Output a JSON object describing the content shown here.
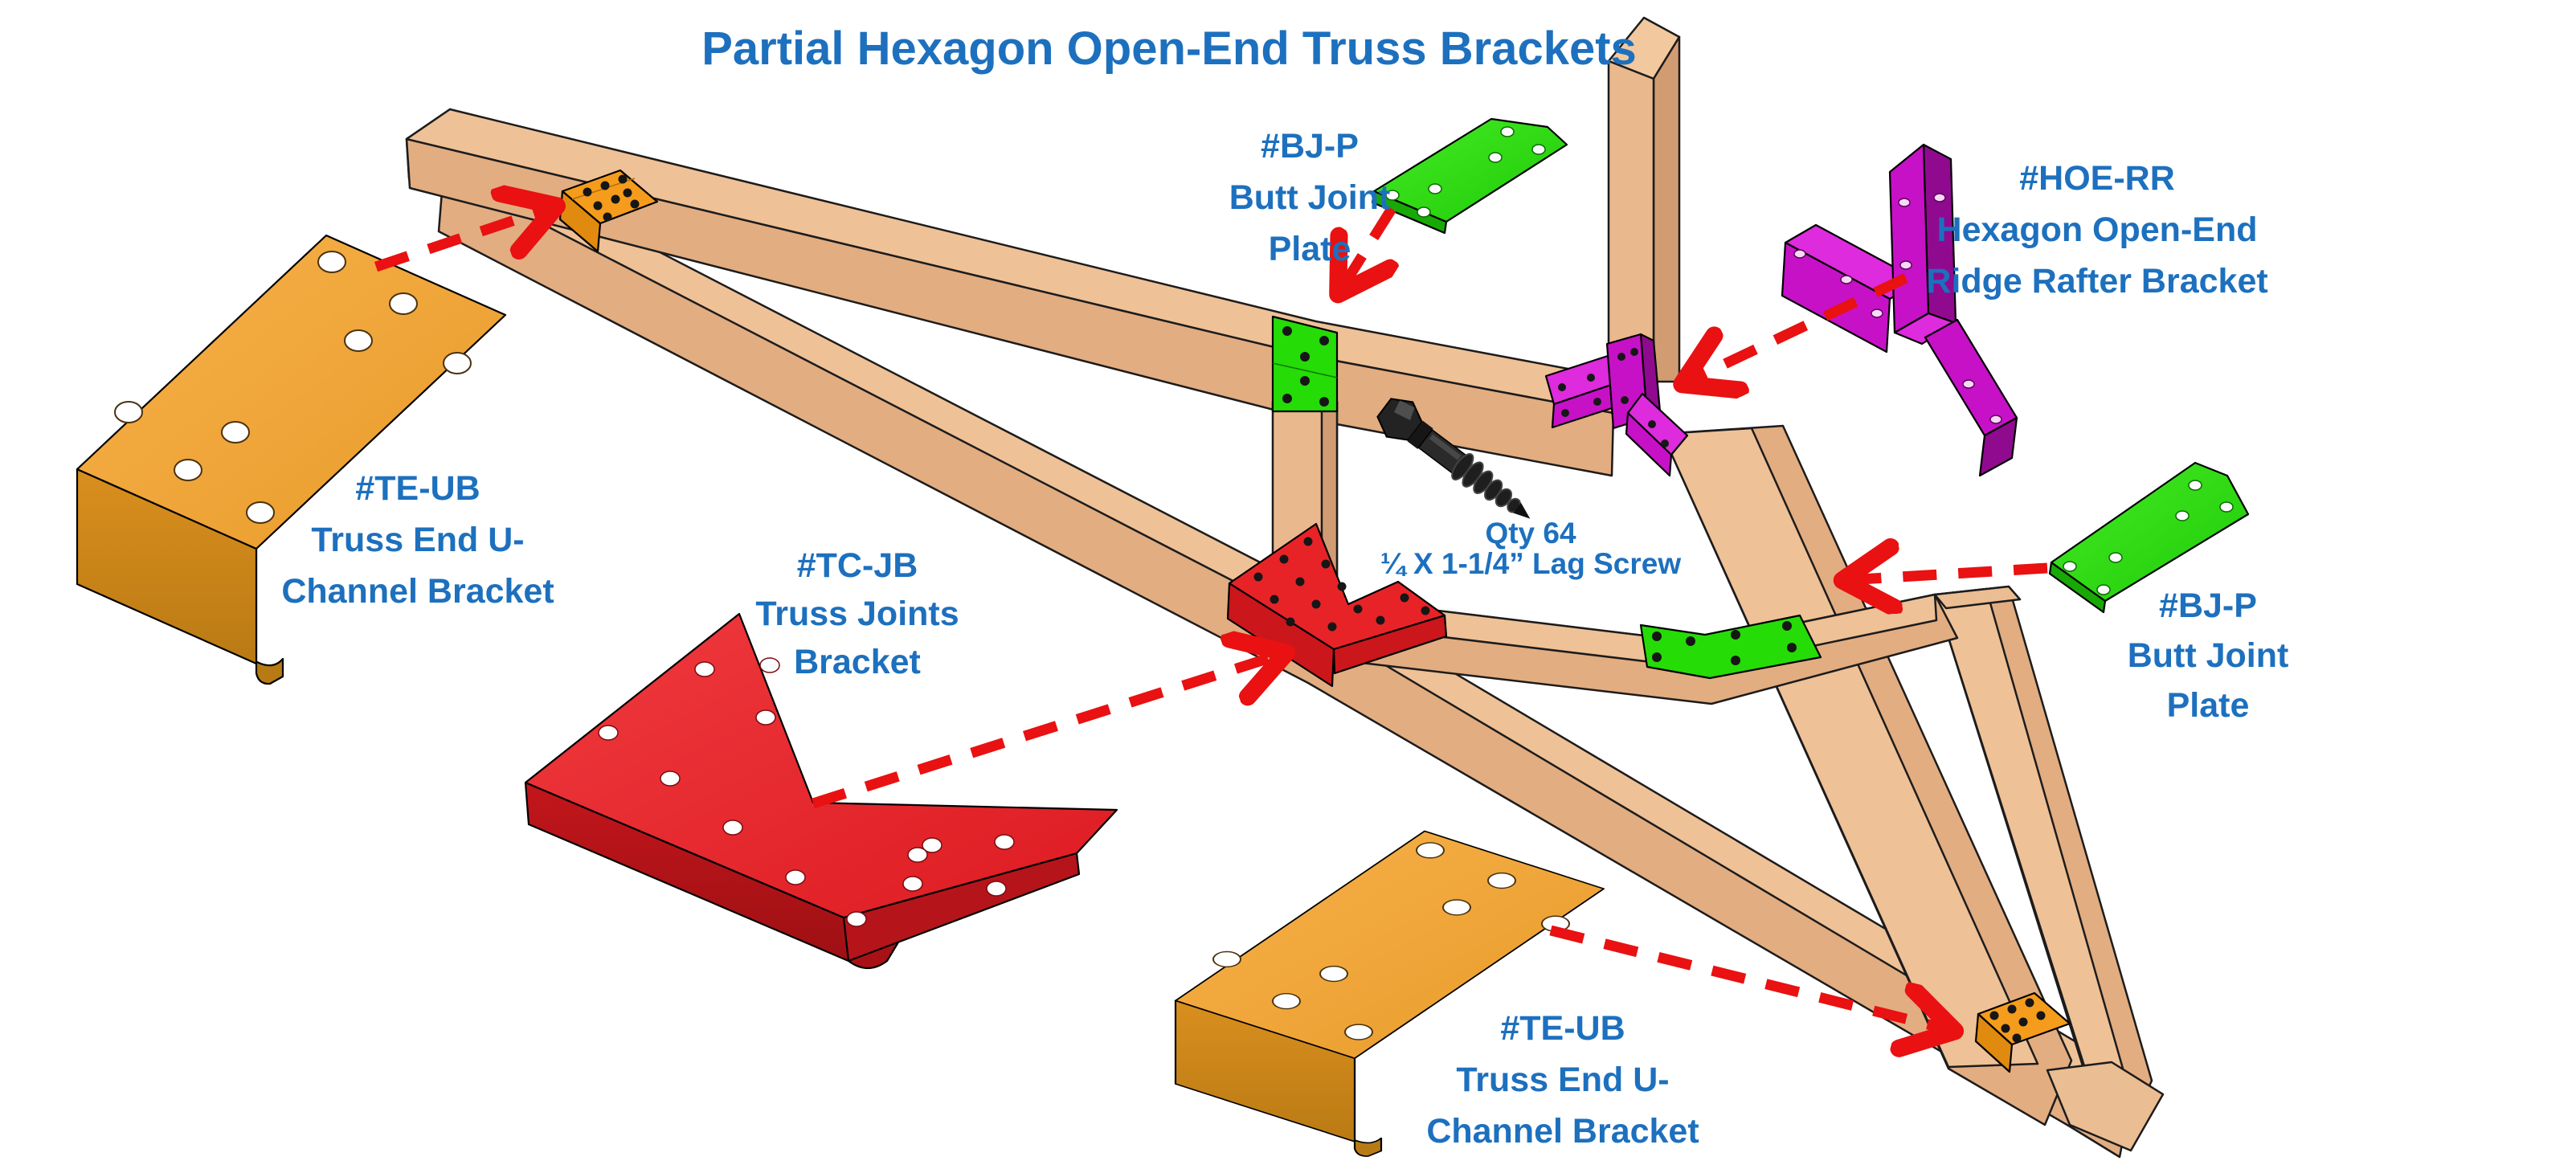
{
  "title": "Partial Hexagon Open-End Truss Brackets",
  "callouts": {
    "te_ub_top": {
      "lines": [
        "#TE-UB",
        "Truss End U-",
        "Channel Bracket"
      ]
    },
    "bj_p_top": {
      "lines": [
        "#BJ-P",
        "Butt Joint",
        "Plate"
      ]
    },
    "hoe_rr": {
      "lines": [
        "#HOE-RR",
        "Hexagon Open-End",
        "Ridge Rafter Bracket"
      ]
    },
    "tc_jb": {
      "lines": [
        "#TC-JB",
        "Truss Joints",
        "Bracket"
      ]
    },
    "bj_p_right": {
      "lines": [
        "#BJ-P",
        "Butt Joint",
        "Plate"
      ]
    },
    "te_ub_bottom": {
      "lines": [
        "#TE-UB",
        "Truss End U-",
        "Channel Bracket"
      ]
    },
    "lag_screw": {
      "lines": [
        "Qty 64",
        "¼ X 1-1/4” Lag Screw"
      ]
    }
  },
  "legend_colors": {
    "label_blue": "#1D70BE",
    "arrow_red": "#E91111",
    "wood_tan": "#E2AD81",
    "bracket_orange": "#F2A134",
    "plate_green": "#2BDE12",
    "bracket_magenta": "#C711C7",
    "bracket_red": "#E42328"
  }
}
